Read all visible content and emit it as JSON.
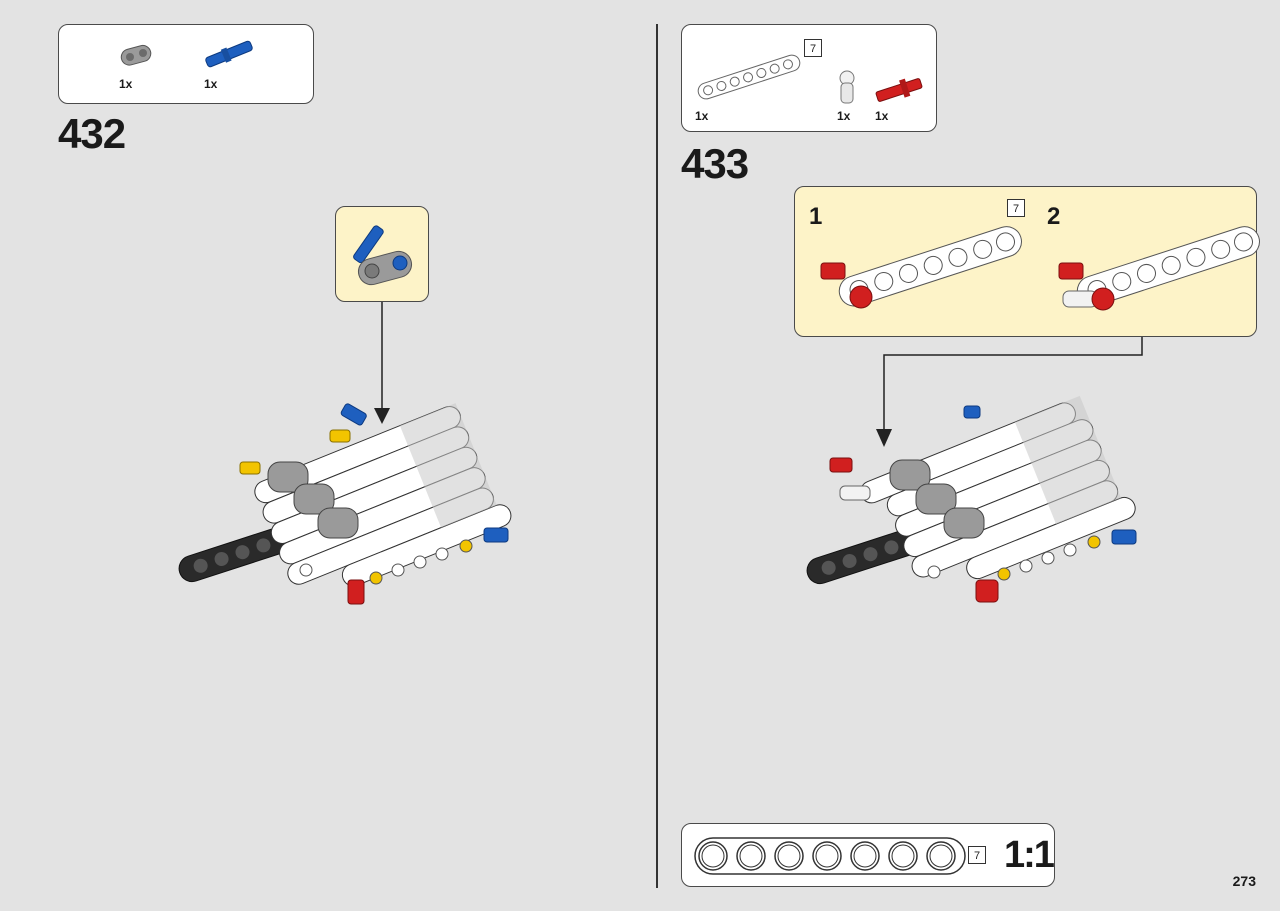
{
  "step_432": {
    "number": "432",
    "parts": [
      {
        "qty": "1x",
        "icon": "gray-connector-icon"
      },
      {
        "qty": "1x",
        "icon": "blue-pin-icon"
      }
    ]
  },
  "step_433": {
    "number": "433",
    "parts": [
      {
        "qty": "1x",
        "icon": "white-beam-7-icon",
        "length": "7"
      },
      {
        "qty": "1x",
        "icon": "white-connector-icon"
      },
      {
        "qty": "1x",
        "icon": "red-axle-pin-icon"
      }
    ],
    "substeps": [
      {
        "label": "1",
        "length": "7"
      },
      {
        "label": "2"
      }
    ]
  },
  "scale_ref": {
    "length": "7",
    "ratio": "1:1"
  },
  "page_number": "273",
  "colors": {
    "background": "#e3e3e3",
    "callout": "#fdf3c8",
    "red": "#d11f1f",
    "blue": "#1e5fbf",
    "yellow": "#f2c400",
    "gray": "#9a9a9a"
  }
}
